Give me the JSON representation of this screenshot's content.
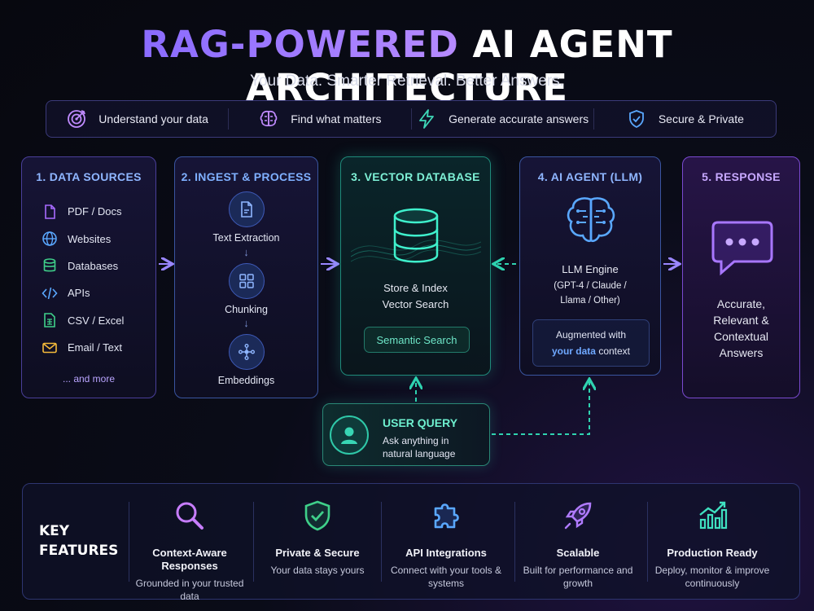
{
  "header": {
    "title_accent": "RAG-POWERED",
    "title_rest": "AI AGENT ARCHITECTURE",
    "subtitle": "Your Data. Smarter Retrieval. Better Answers."
  },
  "benefits": [
    {
      "icon": "target-icon",
      "label": "Understand your data"
    },
    {
      "icon": "brain-icon",
      "label": "Find what matters"
    },
    {
      "icon": "lightning-icon",
      "label": "Generate accurate answers"
    },
    {
      "icon": "shield-check-icon",
      "label": "Secure & Private"
    }
  ],
  "stages": {
    "sources": {
      "title": "1. DATA SOURCES",
      "items": [
        {
          "icon": "document-icon",
          "label": "PDF / Docs",
          "color": "#a86bff"
        },
        {
          "icon": "globe-icon",
          "label": "Websites",
          "color": "#5aa8ff"
        },
        {
          "icon": "database-icon",
          "label": "Databases",
          "color": "#3fd08a"
        },
        {
          "icon": "code-icon",
          "label": "APIs",
          "color": "#5aa8ff"
        },
        {
          "icon": "spreadsheet-icon",
          "label": "CSV / Excel",
          "color": "#3fd08a"
        },
        {
          "icon": "mail-icon",
          "label": "Email / Text",
          "color": "#f3b93a"
        }
      ],
      "more": "... and more"
    },
    "ingest": {
      "title": "2. INGEST & PROCESS",
      "steps": [
        {
          "icon": "file-text-icon",
          "label": "Text Extraction"
        },
        {
          "icon": "grid-icon",
          "label": "Chunking"
        },
        {
          "icon": "network-icon",
          "label": "Embeddings"
        }
      ]
    },
    "vector": {
      "title": "3. VECTOR DATABASE",
      "line1": "Store & Index",
      "line2": "Vector Search",
      "pill": "Semantic Search"
    },
    "agent": {
      "title": "4. AI AGENT (LLM)",
      "engine": "LLM Engine",
      "models1": "(GPT-4 / Claude /",
      "models2": "Llama / Other)",
      "aug_line1": "Augmented with",
      "aug_highlight": "your data",
      "aug_rest": "context"
    },
    "response": {
      "title": "5. RESPONSE",
      "l1": "Accurate,",
      "l2": "Relevant &",
      "l3": "Contextual",
      "l4": "Answers"
    }
  },
  "query": {
    "title": "USER QUERY",
    "l1": "Ask anything in",
    "l2": "natural language"
  },
  "features": {
    "heading1": "KEY",
    "heading2": "FEATURES",
    "items": [
      {
        "icon": "magnifier-icon",
        "name": "Context-Aware Responses",
        "desc": "Grounded in your trusted data"
      },
      {
        "icon": "shield-icon",
        "name": "Private & Secure",
        "desc": "Your data stays yours"
      },
      {
        "icon": "puzzle-icon",
        "name": "API Integrations",
        "desc": "Connect with your tools & systems"
      },
      {
        "icon": "rocket-icon",
        "name": "Scalable",
        "desc": "Built for performance and growth"
      },
      {
        "icon": "chart-growth-icon",
        "name": "Production Ready",
        "desc": "Deploy, monitor & improve continuously"
      }
    ]
  },
  "colors": {
    "accent_purple": "#8a6bff",
    "accent_teal": "#2fd3b0",
    "accent_blue": "#5aa8ff"
  }
}
